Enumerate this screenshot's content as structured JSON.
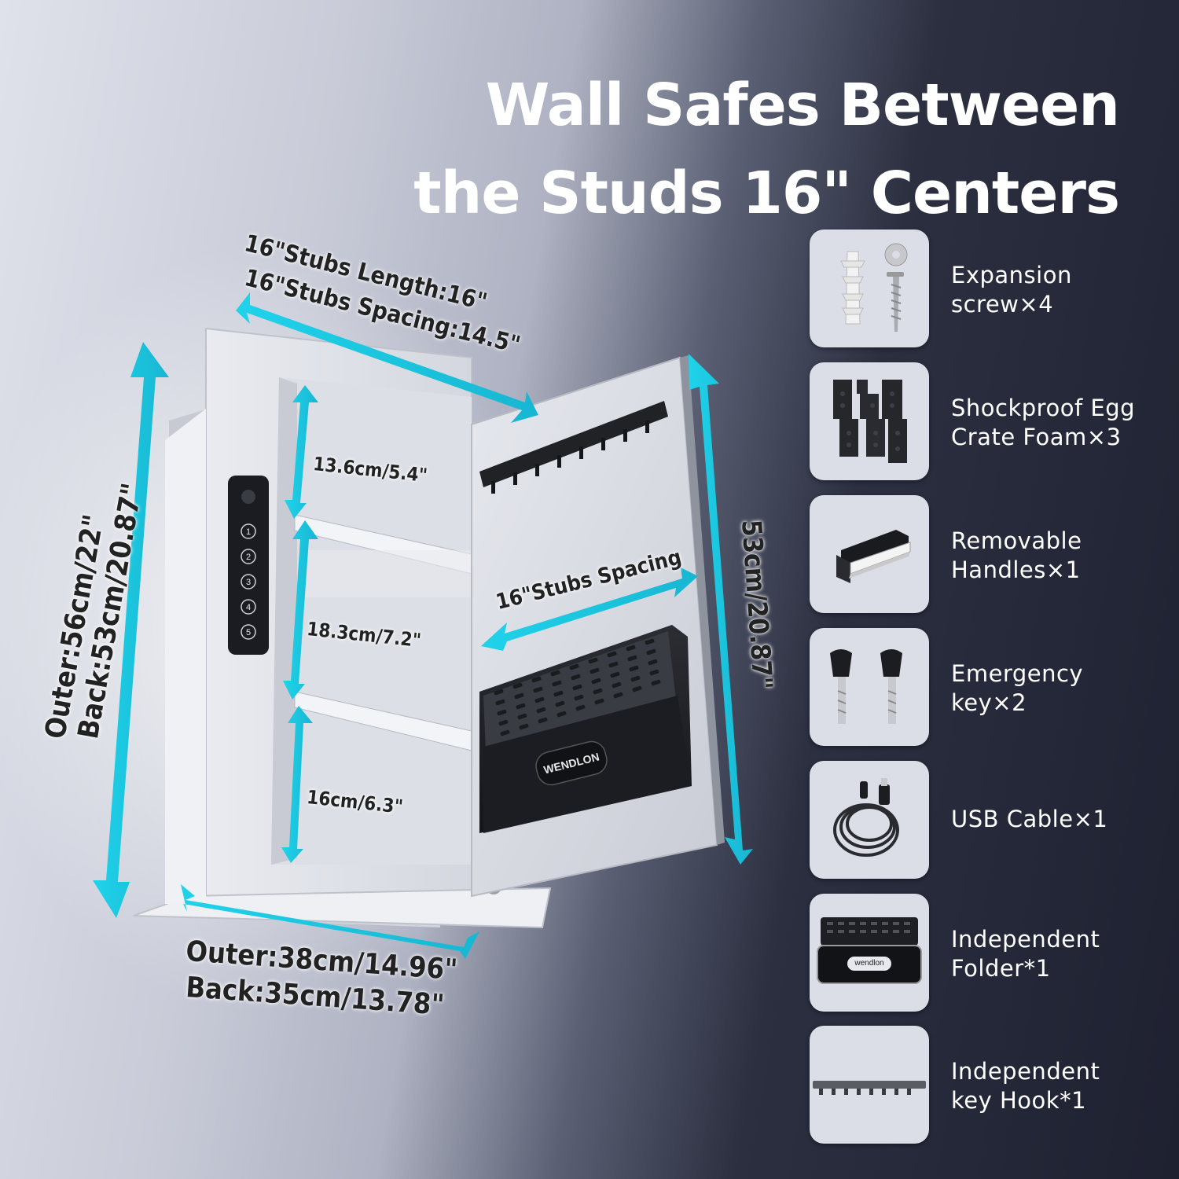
{
  "title": {
    "line1": "Wall Safes Between",
    "line2": "the Studs 16\" Centers"
  },
  "dimensions": {
    "top_length": "16\"Stubs Length:16\"",
    "top_spacing": "16\"Stubs Spacing:14.5\"",
    "left_outer": "Outer:56cm/22\"",
    "left_back": "Back:53cm/20.87\"",
    "bottom_outer": "Outer:38cm/14.96\"",
    "bottom_back": "Back:35cm/13.78\"",
    "shelf_top": "13.6cm/5.4\"",
    "shelf_mid": "18.3cm/7.2\"",
    "shelf_bottom": "16cm/6.3\"",
    "door_spacing": "16\"Stubs Spacing",
    "door_height": "53cm/20.87\""
  },
  "product": {
    "brand": "WENDLON",
    "keypad_keys": [
      "1",
      "2",
      "3",
      "4",
      "5"
    ]
  },
  "accessories": [
    {
      "line1": "Expansion",
      "line2": "screw×4",
      "icon": "expansion-screw-icon"
    },
    {
      "line1": "Shockproof Egg",
      "line2": "Crate Foam×3",
      "icon": "egg-crate-foam-icon"
    },
    {
      "line1": "Removable",
      "line2": "Handles×1",
      "icon": "removable-handle-icon"
    },
    {
      "line1": "Emergency",
      "line2": "key×2",
      "icon": "emergency-key-icon"
    },
    {
      "line1": "USB Cable×1",
      "line2": "",
      "icon": "usb-cable-icon"
    },
    {
      "line1": "Independent",
      "line2": "Folder*1",
      "icon": "folder-icon",
      "brand": "wendlon"
    },
    {
      "line1": "Independent",
      "line2": "key Hook*1",
      "icon": "key-hook-icon"
    }
  ],
  "colors": {
    "accent_arrow": "#27d4ea",
    "title": "#ffffff"
  }
}
